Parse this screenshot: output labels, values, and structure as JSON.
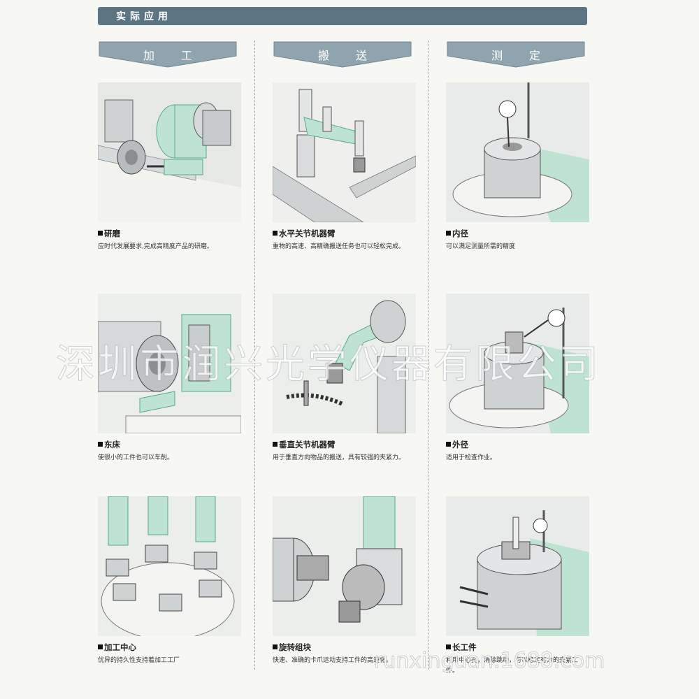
{
  "section_title": "实际应用",
  "columns": [
    {
      "label": "加工"
    },
    {
      "label": "搬送"
    },
    {
      "label": "测定"
    }
  ],
  "cards": [
    {
      "title": "研磨",
      "desc": "应时代发展要求,完成高精度产品的研磨。"
    },
    {
      "title": "水平关节机器臂",
      "desc": "重物的高速、高精确搬送任务也可以轻松完成。"
    },
    {
      "title": "内径",
      "desc": "可以满足测量所需的精度"
    },
    {
      "title": "东床",
      "desc": "使很小的工件也可以车削。"
    },
    {
      "title": "垂直关节机器臂",
      "desc": "用于垂直方向物品的搬送，具有较强的夹紧力。"
    },
    {
      "title": "外径",
      "desc": "适用于检查作业。"
    },
    {
      "title": "加工中心",
      "desc": "优异的持久性支持着加工工厂"
    },
    {
      "title": "旋转组块",
      "desc": "快速、准确的卡爪运动支持工件的高速化。"
    },
    {
      "title": "长工件",
      "desc": "利用中心孔，消除跳动，可以稳定有力的夹紧工件。"
    }
  ],
  "watermark": "深圳市润兴光学仪器有限公司",
  "watermark_url": "runxinguan.1688.com",
  "colors": {
    "bar": "#5d7583",
    "header": "#8fa4ae",
    "accent_green": "#bfe3d2",
    "metal": "#c9ccce"
  }
}
